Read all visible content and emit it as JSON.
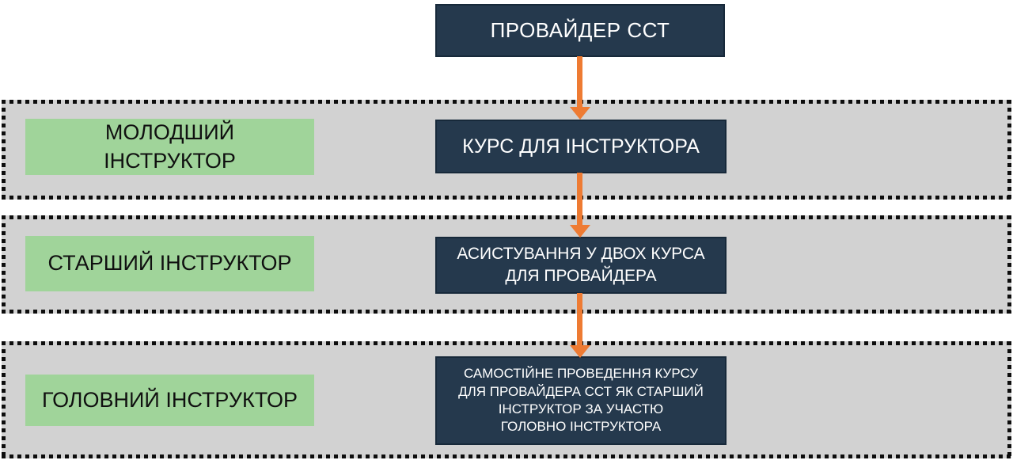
{
  "diagram": {
    "title_hint": "Instructor progression flow (SST provider)",
    "provider": {
      "label": "ПРОВАЙДЕР ССТ"
    },
    "rows": [
      {
        "role": "МОЛОДШИЙ\nІНСТРУКТОР",
        "requirement": "КУРС ДЛЯ ІНСТРУКТОРА"
      },
      {
        "role": "СТАРШИЙ ІНСТРУКТОР",
        "requirement": "АСИСТУВАННЯ У ДВОХ КУРСА\nДЛЯ ПРОВАЙДЕРА"
      },
      {
        "role": "ГОЛОВНИЙ ІНСТРУКТОР",
        "requirement": "САМОСТІЙНЕ ПРОВЕДЕННЯ КУРСУ\nДЛЯ ПРОВАЙДЕРА ССТ ЯК СТАРШИЙ\nІНСТРУКТОР ЗА УЧАСТЮ\nГОЛОВНО ІНСТРУКТОРА"
      }
    ]
  },
  "colors": {
    "dark_box_bg": "#25394d",
    "dark_box_border": "#17293a",
    "green_box_bg": "#a0d49a",
    "band_bg": "#d2d2d2",
    "band_border": "#0d0d0d",
    "arrow_color": "#ee7b33",
    "light_text": "#ffffff",
    "dark_text": "#101010"
  }
}
